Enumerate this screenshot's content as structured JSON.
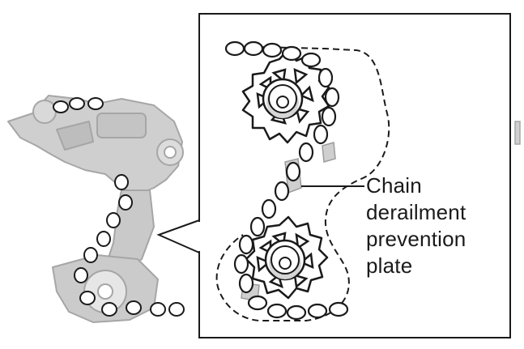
{
  "callout": {
    "lines": [
      "Chain",
      "derailment",
      "prevention",
      "plate"
    ]
  },
  "colors": {
    "ink": "#1a1a1a",
    "ghost_fill": "#c9c9c9",
    "ghost_stroke": "#a8a8a8",
    "background": "#ffffff"
  },
  "icons": {
    "overview": "rear-derailleur-illustration",
    "detail": "pulley-cage-detail"
  }
}
